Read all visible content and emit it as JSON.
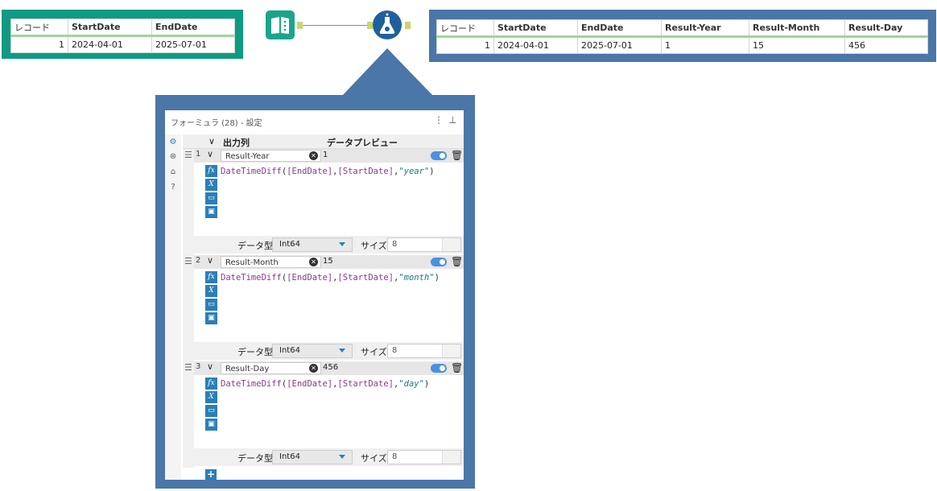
{
  "input_table": {
    "headers": [
      "レコード",
      "StartDate",
      "EndDate"
    ],
    "rows": [
      [
        "1",
        "2024-04-01",
        "2025-07-01"
      ]
    ]
  },
  "output_table": {
    "headers": [
      "レコード",
      "StartDate",
      "EndDate",
      "Result-Year",
      "Result-Month",
      "Result-Day"
    ],
    "rows": [
      [
        "1",
        "2024-04-01",
        "2025-07-01",
        "1",
        "15",
        "456"
      ]
    ]
  },
  "colors": {
    "input_frame": "#0e9a83",
    "callout": "#4a76a8",
    "tool_blue": "#1f5f9c",
    "header_underline": "#9cd79a"
  },
  "config": {
    "title": "フォーミュラ (28) - 設定",
    "col_output": "出力列",
    "col_preview": "データプレビュー",
    "rows": [
      {
        "num": "1",
        "field": "Result-Year",
        "preview": "1",
        "expr": {
          "fn": "DateTimeDiff",
          "arg1": "[EndDate]",
          "arg2": "[StartDate]",
          "arg3": "\"year\""
        },
        "type_label": "データ型:",
        "type_value": "Int64",
        "size_label": "サイズ:",
        "size_value": "8"
      },
      {
        "num": "2",
        "field": "Result-Month",
        "preview": "15",
        "expr": {
          "fn": "DateTimeDiff",
          "arg1": "[EndDate]",
          "arg2": "[StartDate]",
          "arg3": "\"month\""
        },
        "type_label": "データ型:",
        "type_value": "Int64",
        "size_label": "サイズ:",
        "size_value": "8"
      },
      {
        "num": "3",
        "field": "Result-Day",
        "preview": "456",
        "expr": {
          "fn": "DateTimeDiff",
          "arg1": "[EndDate]",
          "arg2": "[StartDate]",
          "arg3": "\"day\""
        },
        "type_label": "データ型:",
        "type_value": "Int64",
        "size_label": "サイズ:",
        "size_value": "8"
      }
    ]
  }
}
